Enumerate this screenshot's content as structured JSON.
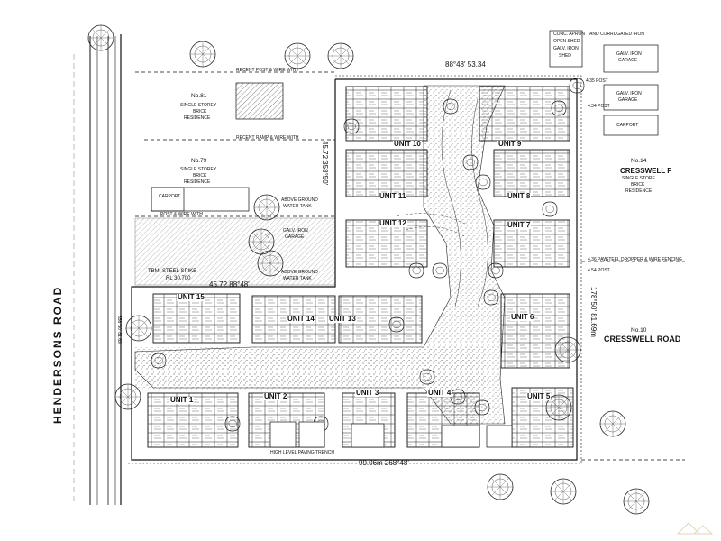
{
  "roads": {
    "hendersons": "HENDERSONS  ROAD",
    "cresswell": "CRESSWELL ROAD",
    "cresswell_top": "CRESSWELL F"
  },
  "neighbours": {
    "no81": {
      "number": "No.81",
      "desc1": "SINGLE STOREY",
      "desc2": "BRICK",
      "desc3": "RESIDENCE"
    },
    "no79": {
      "number": "No.79",
      "desc1": "SINGLE STOREY",
      "desc2": "BRICK",
      "desc3": "RESIDENCE"
    },
    "no14": {
      "number": "No.14",
      "desc1": "SINGLE STORE",
      "desc2": "BRICK",
      "desc3": "RESIDENCE"
    },
    "no10": {
      "number": "No.10"
    }
  },
  "units": {
    "u1": "UNIT 1",
    "u2": "UNIT 2",
    "u3": "UNIT 3",
    "u4": "UNIT 4",
    "u5": "UNIT 5",
    "u6": "UNIT 6",
    "u7": "UNIT 7",
    "u8": "UNIT 8",
    "u9": "UNIT 9",
    "u10": "UNIT 10",
    "u11": "UNIT 11",
    "u12": "UNIT 12",
    "u13": "UNIT 13",
    "u14": "UNIT 14",
    "u15": "UNIT 15"
  },
  "dimensions": {
    "top": "88°48' 53.34",
    "bottom": "99.06m   268°48'",
    "east": "178°50' 81.69m",
    "inner_west": "45.72   358°50'",
    "inner_south": "45.72  88°48'",
    "west": "358°50' 81.69"
  },
  "notes": {
    "tbm": "TBM: STEEL SPIKE",
    "tbm_rl": "RL 30.700",
    "carport": "CARPORT",
    "carport_right": "CARPORT",
    "galv_garage_top": "GALV. IRON",
    "galv_garage_top2": "GARAGE",
    "galv_garage_right": "GALV. IRON",
    "galv_garage_right2": "GARAGE",
    "galv_garage_mid": "GALV. IRON",
    "galv_garage_mid2": "GARAGE",
    "water_tank": "ABOVE GROUND",
    "water_tank2": "WATER TANK",
    "water_tank_b": "ABOVE GROUND",
    "water_tank_b2": "WATER TANK",
    "fence_top": "RECENT POST & WIRE WITH",
    "fence_mid": "RECENT RAMP & WIRE WITH",
    "fence_left": "POST & WIRE WITH",
    "fence_right": "STEEL DROPPER & WIRE FENCING",
    "fence_post": "4.35 POST",
    "fence_post2": "4.34 POST",
    "fence_post3": "4.36 PAW",
    "fence_post4": "4.54 POST",
    "open_apron": "CONC. APRON",
    "open_apron2": "OPEN SHED",
    "open_apron3": "GALV. IRON",
    "open_apron4": "SHED",
    "corr_iron": "AND CORRUGATED IRON",
    "bottom_edge": "HIGH LEVEL PAVING TRENCH"
  }
}
